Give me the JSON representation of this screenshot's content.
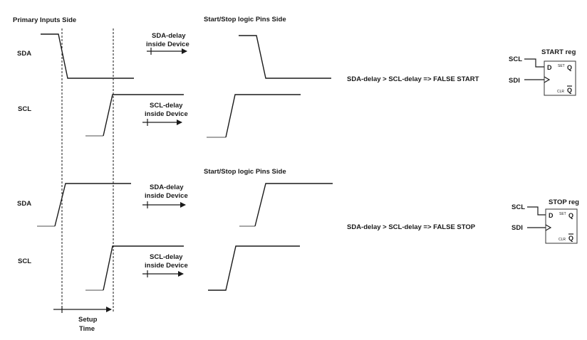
{
  "headers": {
    "primary_inputs_side": "Primary Inputs Side",
    "start_stop_pins_side_top": "Start/Stop logic Pins Side",
    "start_stop_pins_side_bottom": "Start/Stop logic Pins Side"
  },
  "signals": {
    "sda_top": "SDA",
    "scl_top": "SCL",
    "sda_bottom": "SDA",
    "scl_bottom": "SCL"
  },
  "delays": {
    "sda_delay_top_1": "SDA-delay",
    "sda_delay_top_2": "inside Device",
    "scl_delay_top_1": "SCL-delay",
    "scl_delay_top_2": "inside Device",
    "sda_delay_bottom_1": "SDA-delay",
    "sda_delay_bottom_2": "inside Device",
    "scl_delay_bottom_1": "SCL-delay",
    "scl_delay_bottom_2": "inside Device"
  },
  "conditions": {
    "false_start": "SDA-delay > SCL-delay => FALSE START",
    "false_stop": "SDA-delay > SCL-delay => FALSE STOP"
  },
  "start_reg": {
    "title": "START reg",
    "scl": "SCL",
    "sdi": "SDI",
    "d": "D",
    "q": "Q",
    "qbar": "Q",
    "set": "SET",
    "clr": "CLR"
  },
  "stop_reg": {
    "title": "STOP reg",
    "scl": "SCL",
    "sdi": "SDI",
    "d": "D",
    "q": "Q",
    "qbar": "Q",
    "set": "SET",
    "clr": "CLR"
  },
  "setup": {
    "line1": "Setup",
    "line2": "Time"
  }
}
